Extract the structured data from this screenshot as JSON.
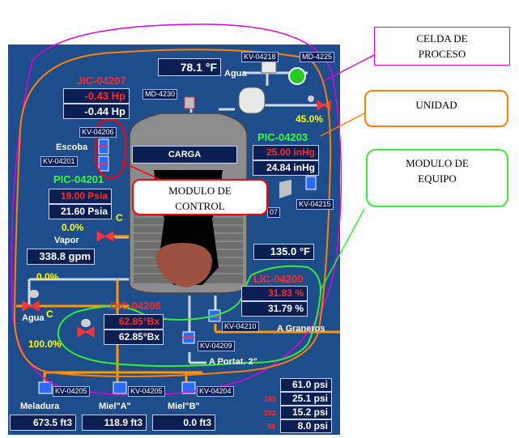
{
  "vessel": {
    "label": "CARGA"
  },
  "top": {
    "temp_value": "78.1 °F",
    "kv_04218": "KV-04218",
    "md_4225": "MD-4225",
    "agua_label": "Agua",
    "md_4230": "MD-4230"
  },
  "jic": {
    "title": "JIC-04207",
    "value1": "-0.43 Hp",
    "value2": "-0.44 Hp"
  },
  "left": {
    "kv_04206": "KV-04206",
    "kv_04201": "KV-04201",
    "escoba_label": "Escoba"
  },
  "pic01": {
    "title": "PIC-04201",
    "value1": "19.00 Psia",
    "value2": "21.60 Psia"
  },
  "vapor": {
    "percent": "0.0%",
    "c_label": "C",
    "label": "Vapor",
    "flow": "338.8 gpm"
  },
  "agua_left": {
    "percent": "0.0%",
    "label": "Agua",
    "c_label": "C",
    "percent2": "100.0%"
  },
  "pic03": {
    "title": "PIC-04203",
    "percent": "45.0%",
    "value1": "25.00 inHg",
    "value2": "24.84 inHg",
    "kv_04215": "KV-04215",
    "partial_tag": "07"
  },
  "right": {
    "temp2": "135.0 °F"
  },
  "lic": {
    "title": "LIC-04200",
    "value1": "31.83 %",
    "value2": "31.79 %"
  },
  "dic": {
    "title": "DIC-04206",
    "value1": "62.85°Bx",
    "value2": "62.85°Bx"
  },
  "bottom": {
    "kv_04210": "KV-04210",
    "kv_04209": "KV-04209",
    "a_graneros": "A Graneros",
    "a_portat": "A Portat. 2\"",
    "kv_04205a": "KV-04205",
    "kv_04205b": "KV-04205",
    "kv_04204": "KV-04204",
    "meladura": "Meladura",
    "miel_a": "Miel\"A\"",
    "miel_b": "Miel\"B\"",
    "meladura_flow": "673.5 ft3",
    "miel_a_flow": "118.9 ft3",
    "miel_b_flow": "0.0 ft3"
  },
  "pressures": {
    "v1": "61.0 psi",
    "v2": "25.1 psi",
    "v3": "15.2 psi",
    "v4": "8.0 psi",
    "label2": "205",
    "label3": "102",
    "label4": "58"
  },
  "annotations": {
    "celda": "CELDA DE\nPROCESO",
    "unidad": "UNIDAD",
    "modulo_equipo": "MODULO DE\nEQUIPO",
    "modulo_control": "MODULO DE\nCONTROL"
  },
  "colors": {
    "panel_bg": "#1e4d8c",
    "display_bg": "#0b1f52",
    "celda_outline": "#e000e0",
    "unidad_outline": "#ff7f00",
    "equipo_outline": "#33ee33",
    "control_outline": "#ff0000"
  }
}
